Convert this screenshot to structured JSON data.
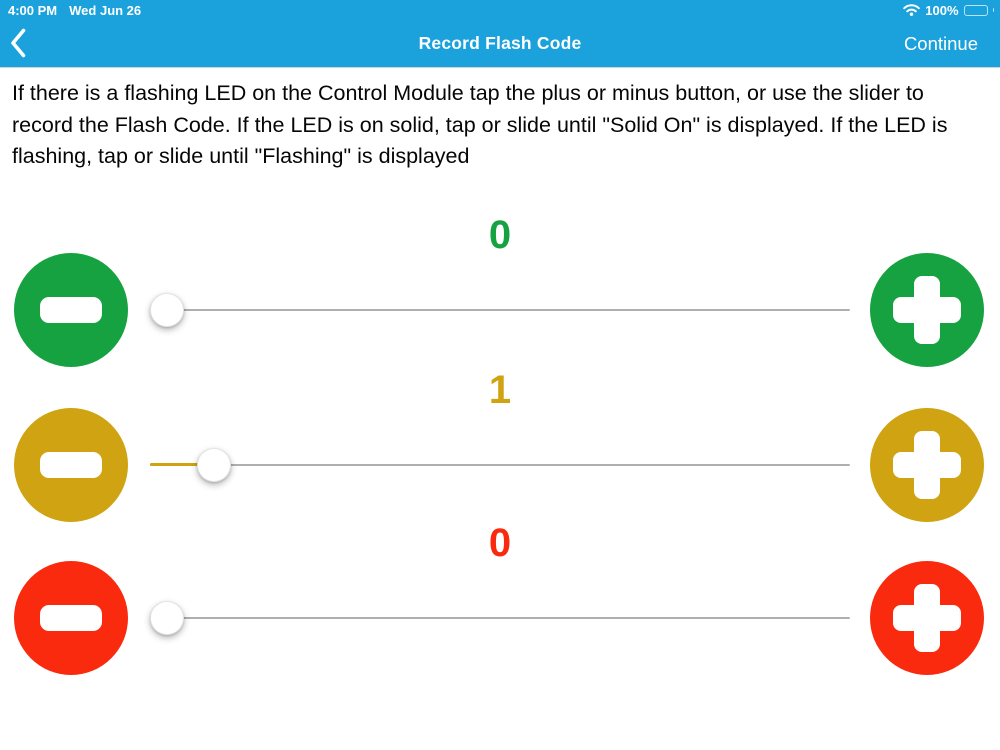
{
  "colors": {
    "nav_blue": "#1BA1DC",
    "slider_track_gray": "#AFAFAF",
    "instruction_text": "#060606"
  },
  "status_bar": {
    "time": "4:00 PM",
    "date": "Wed Jun 26",
    "battery_percent": "100%",
    "wifi_icon": "wifi-icon",
    "battery_icon": "battery-full-icon"
  },
  "nav_bar": {
    "back_icon": "chevron-left-icon",
    "title": "Record Flash Code",
    "continue_label": "Continue"
  },
  "instructions": "If there is a flashing LED on the Control Module tap the plus or minus button, or use the slider to record the Flash Code. If the LED is on solid, tap or slide until \"Solid On\" is displayed. If the LED is flashing, tap or slide until \"Flashing\" is displayed",
  "rows": [
    {
      "name": "green",
      "value": "0",
      "color": "#16A240",
      "slider_percent": 0,
      "minus_icon": "minus-icon",
      "plus_icon": "plus-icon"
    },
    {
      "name": "gold",
      "value": "1",
      "color": "#D0A312",
      "slider_percent": 7,
      "minus_icon": "minus-icon",
      "plus_icon": "plus-icon"
    },
    {
      "name": "red",
      "value": "0",
      "color": "#F92A0D",
      "slider_percent": 0,
      "minus_icon": "minus-icon",
      "plus_icon": "plus-icon"
    }
  ]
}
